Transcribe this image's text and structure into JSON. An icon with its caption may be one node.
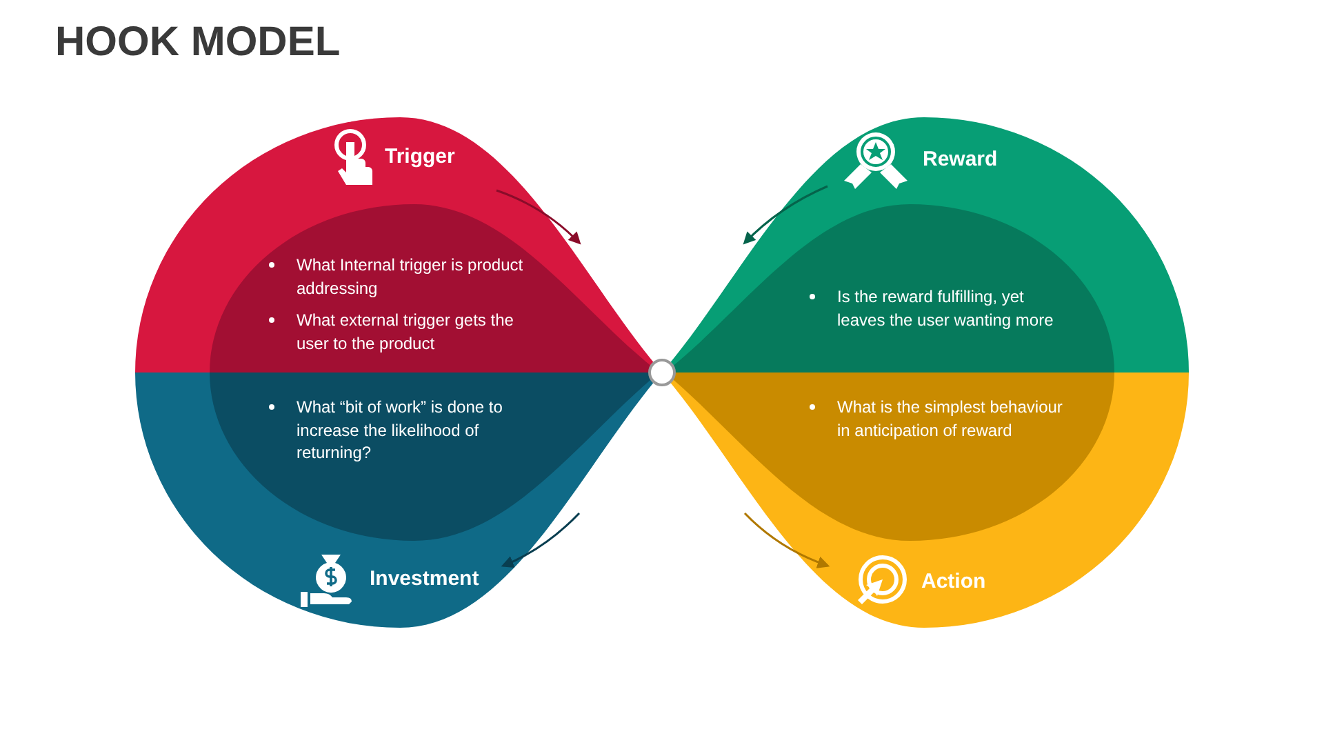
{
  "diagram": {
    "title": "HOOK MODEL",
    "nodes": [
      {
        "text": [
          "Trigger",
          "What Internal trigger is product addressing",
          "What external trigger gets the user to the product"
        ]
      },
      {
        "text": [
          "Reward",
          "Is the reward fulfilling, yet leaves the user wanting more"
        ]
      },
      {
        "text": [
          "What “bit of work” is done to increase the likelihood of returning?",
          "Investment"
        ]
      },
      {
        "text": [
          "What is the simplest behaviour in anticipation of reward",
          "Action"
        ]
      }
    ]
  }
}
